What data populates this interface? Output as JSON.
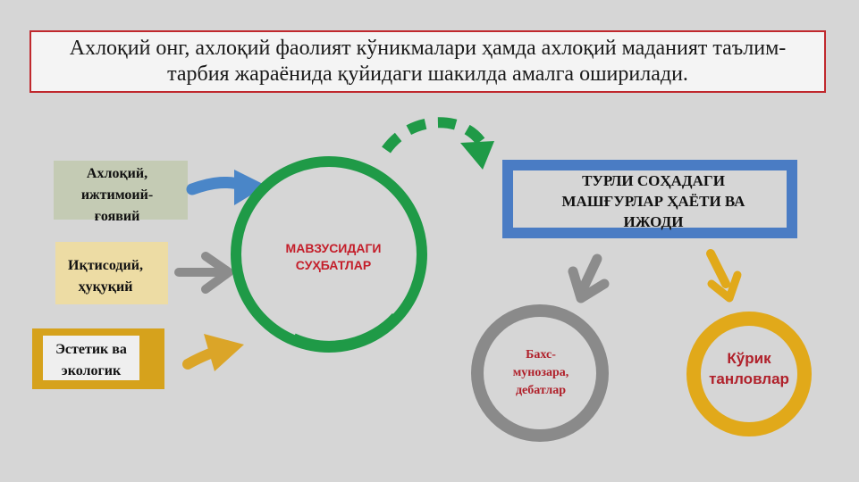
{
  "title": "Ахлоқий онг, ахлоқий фаолият кўникмалари ҳамда ахлоқий маданият таълим-тарбия жараёнида қуйидаги шакилда амалга оширилади.",
  "inputs": [
    {
      "label": "Ахлоқий, ижтимоий-ғоявий",
      "color": "#c4cbb4"
    },
    {
      "label": "Иқтисодий, ҳуқуқий",
      "color": "#eddca4"
    },
    {
      "label": "Эстетик ва экологик",
      "color": "#d6a21c"
    }
  ],
  "center": {
    "label": "МАВЗУСИДАГИ СУҲБАТЛАР",
    "color": "#1f9a47",
    "text_color": "#c41e2a"
  },
  "blue_box": {
    "label": "ТУРЛИ СОҲАДАГИ МАШҒУРЛАР ҲАЁТИ ВА ИЖОДИ",
    "color": "#4a7cc4"
  },
  "grey_circle": {
    "label": "Бахс-мунозара, дебатлар",
    "color": "#8a8a8a",
    "text_color": "#b0202a"
  },
  "yellow_circle": {
    "label": "Кўрик танловлар",
    "color": "#e1a91a",
    "text_color": "#b0202a"
  },
  "arrow_colors": {
    "blue": "#4a86c8",
    "grey": "#8c8c8c",
    "yellow": "#dba528",
    "green": "#1f9a47"
  }
}
